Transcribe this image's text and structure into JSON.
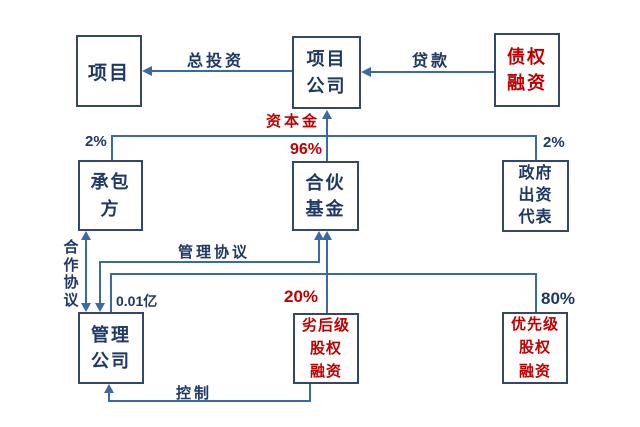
{
  "colors": {
    "line_blue": "#3B69A5",
    "box_border": "#35466B",
    "text_navy": "#1F3864",
    "text_red": "#C00000",
    "background": "#FFFFFF"
  },
  "nodes": {
    "project": {
      "label": "项目"
    },
    "project_company": {
      "label": "项目\n公司"
    },
    "debt_financing": {
      "label": "债权\n融资"
    },
    "contractor": {
      "label": "承包\n方"
    },
    "partnership_fund": {
      "label": "合伙\n基金"
    },
    "government_rep": {
      "label": "政府\n出资\n代表"
    },
    "management_company": {
      "label": "管理\n公司"
    },
    "subordinated_equity": {
      "label": "劣后级\n股权\n融资"
    },
    "senior_equity": {
      "label": "优先级\n股权\n融资"
    }
  },
  "labels": {
    "total_investment": "总投资",
    "loan": "贷款",
    "capital": "资本金",
    "capital_pct_center": "96%",
    "capital_pct_left": "2%",
    "capital_pct_right": "2%",
    "management_agreement": "管理协议",
    "cooperation_agreement": "合\n作\n协\n议",
    "management_contribution": "0.01亿",
    "subordinated_pct": "20%",
    "senior_pct": "80%",
    "control": "控制"
  },
  "edges": [
    {
      "from": "project_company",
      "to": "project",
      "label": "总投资"
    },
    {
      "from": "debt_financing",
      "to": "project_company",
      "label": "贷款"
    },
    {
      "from": "partnership_fund",
      "to": "project_company",
      "label": "资本金 96%"
    },
    {
      "from": "contractor",
      "to": "project_company",
      "label": "2%"
    },
    {
      "from": "government_rep",
      "to": "project_company",
      "label": "2%"
    },
    {
      "from": "management_company",
      "to": "contractor",
      "label": "合作协议",
      "bidirectional": true
    },
    {
      "from": "management_company",
      "to": "partnership_fund",
      "label": "管理协议",
      "bidirectional": true
    },
    {
      "from": "management_company",
      "to": "partnership_fund",
      "label": "0.01亿"
    },
    {
      "from": "subordinated_equity",
      "to": "partnership_fund",
      "label": "20%"
    },
    {
      "from": "senior_equity",
      "to": "partnership_fund",
      "label": "80%"
    },
    {
      "from": "subordinated_equity",
      "to": "management_company",
      "label": "控制"
    }
  ]
}
